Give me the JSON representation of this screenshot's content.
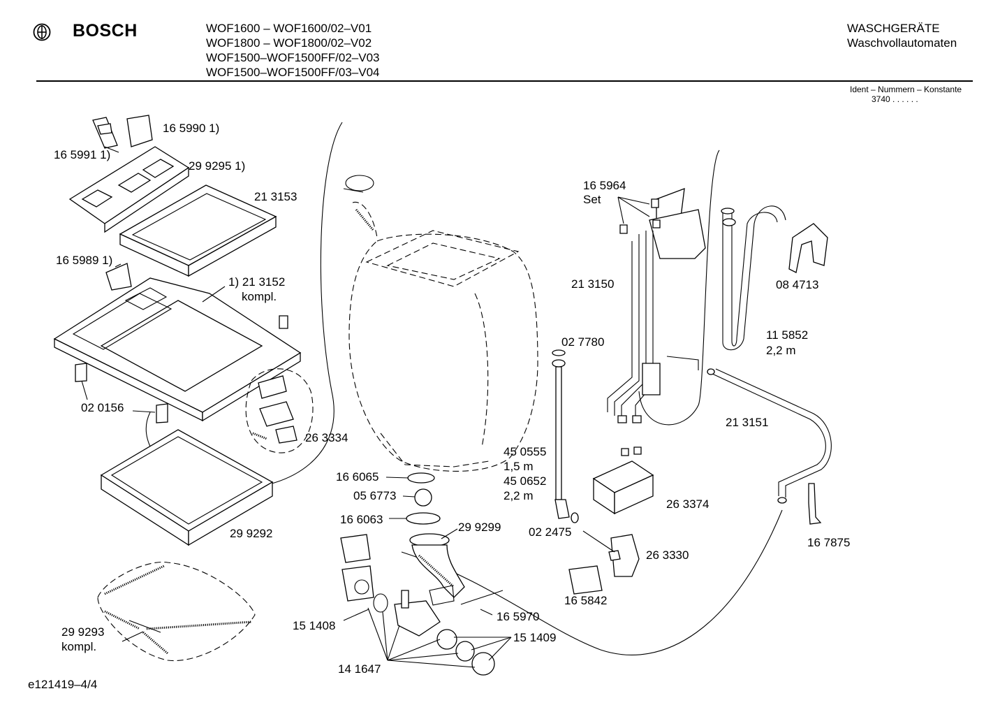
{
  "header": {
    "brand": "BOSCH",
    "models": [
      "WOF1600 – WOF1600/02–V01",
      "WOF1800 – WOF1800/02–V02",
      "WOF1500–WOF1500FF/02–V03",
      "WOF1500–WOF1500FF/03–V04"
    ],
    "category_line1": "WASCHGERÄTE",
    "category_line2": "Waschvollautomaten",
    "ident_label": "Ident – Nummern – Konstante",
    "ident_value": "3740  . .    . . . ."
  },
  "parts": {
    "p165990": "16 5990 1)",
    "p165991": "16 5991 1)",
    "p299295": "29 9295 1)",
    "p213153": "21 3153",
    "p165989": "16 5989 1)",
    "p213152": "1) 21 3152",
    "p213152b": "kompl.",
    "p020156": "02 0156",
    "p263334": "26 3334",
    "p299292": "29 9292",
    "p299293": "29 9293",
    "p299293b": "kompl.",
    "p166065": "16 6065",
    "p056773": "05 6773",
    "p166063": "16 6063",
    "p299299": "29 9299",
    "p151408": "15 1408",
    "p141647": "14 1647",
    "p151409": "15 1409",
    "p165970": "16 5970",
    "p165842": "16 5842",
    "p027780": "02 7780",
    "p450555": "45 0555",
    "p450555b": "1,5 m",
    "p450652": "45 0652",
    "p450652b": "2,2 m",
    "p022475": "02 2475",
    "p263330": "26 3330",
    "p263374": "26 3374",
    "p165964": "16 5964",
    "p165964b": "Set",
    "p213150": "21 3150",
    "p084713": "08 4713",
    "p115852": "11 5852",
    "p115852b": "2,2 m",
    "p213151": "21 3151",
    "p167875": "16 7875"
  },
  "footer": {
    "drawing_id": "e121419–4/4"
  }
}
